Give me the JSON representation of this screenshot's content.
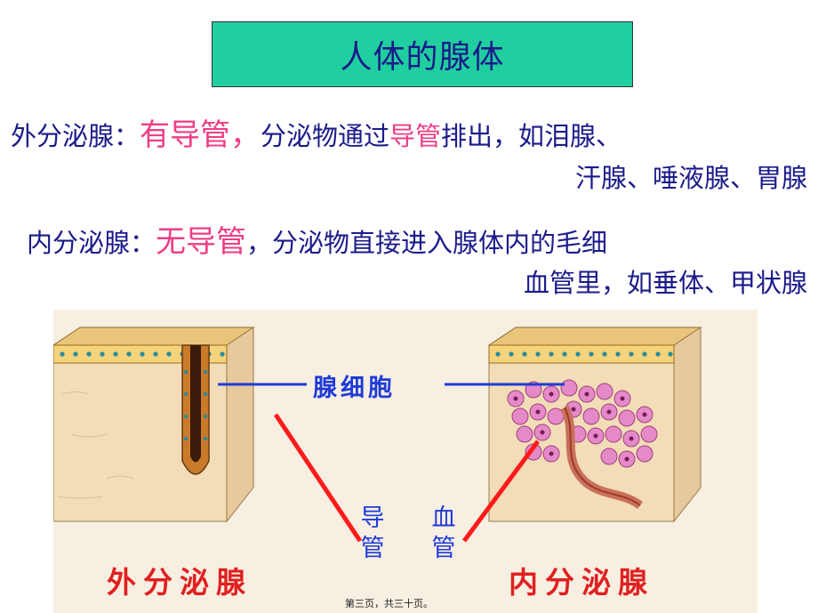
{
  "title": "人体的腺体",
  "exocrine": {
    "term": "外分泌腺：",
    "key": "有导管，",
    "text_a": "分泌物通过",
    "key2": "导管",
    "text_b": "排出，如泪腺、",
    "line2": "汗腺、唾液腺、胃腺"
  },
  "endocrine": {
    "term": "内分泌腺：",
    "key": "无导管",
    "text_a": "，分泌物直接进入腺体内的毛细",
    "line2": "血管里，如垂体、甲状腺"
  },
  "figure": {
    "gland_cell_label": "腺细胞",
    "duct_label": [
      "导",
      "管"
    ],
    "vessel_label": [
      "血",
      "管"
    ],
    "exocrine_label": "外分泌腺",
    "endocrine_label": "内分泌腺"
  },
  "footer": "第三页，共三十页。",
  "colors": {
    "title_bg": "#1fcf9f",
    "text": "#1b1b8a",
    "highlight": "#ee3e86",
    "pointer_blue": "#1f3bd8",
    "pointer_red": "#ff1a1a"
  }
}
